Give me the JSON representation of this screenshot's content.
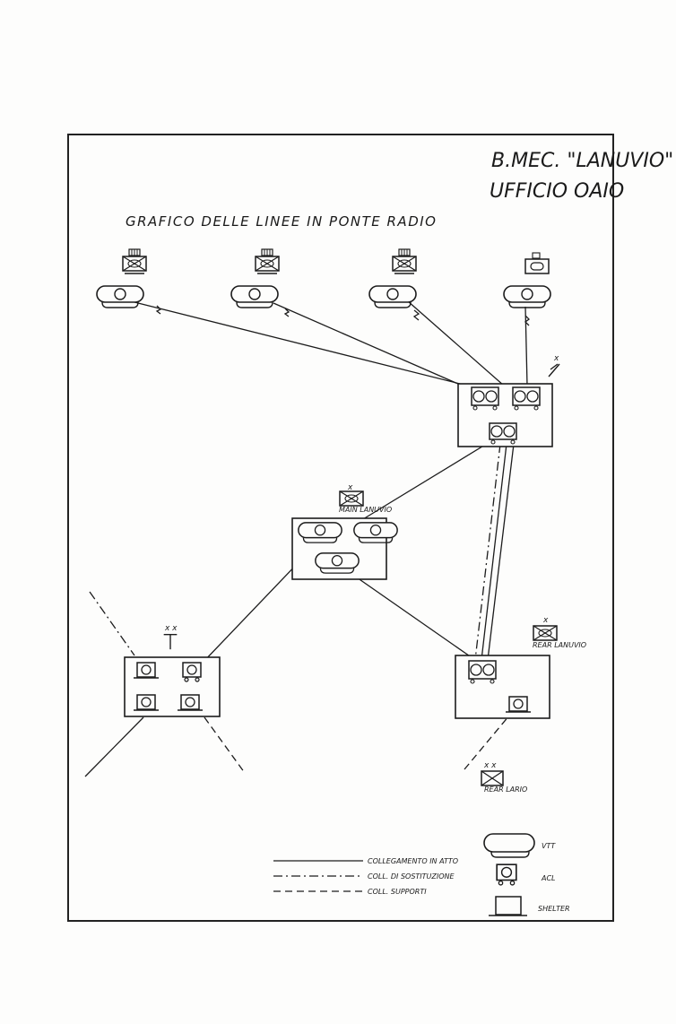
{
  "header": {
    "unit_line": "B.MEC. \"LANUVIO\"",
    "office_line": "UFFICIO OAIO"
  },
  "title": "GRAFICO DELLE LINEE IN PONTE RADIO",
  "nodes": {
    "main": {
      "label": "MAIN LANUVIO",
      "echelon": "x"
    },
    "rear": {
      "label": "REAR LANUVIO",
      "echelon": "x"
    },
    "rear_lario": {
      "label": "REAR LARIO",
      "echelon": "x x"
    },
    "left_station": {
      "echelon": "x x"
    },
    "top_right_station": {
      "echelon": "x"
    }
  },
  "legend": {
    "items": [
      {
        "label": "COLLEGAMENTO IN ATTO",
        "style": "solid"
      },
      {
        "label": "COLL. DI SOSTITUZIONE",
        "style": "dashdot"
      },
      {
        "label": "COLL. SUPPORTI",
        "style": "dashed"
      }
    ],
    "symbols": [
      {
        "label": "VTT",
        "icon": "vtt-vehicle-icon"
      },
      {
        "label": "ACL",
        "icon": "acl-vehicle-icon"
      },
      {
        "label": "SHELTER",
        "icon": "shelter-icon"
      }
    ]
  },
  "colors": {
    "ink": "#1c1c1c",
    "paper": "#fdfdfc"
  }
}
